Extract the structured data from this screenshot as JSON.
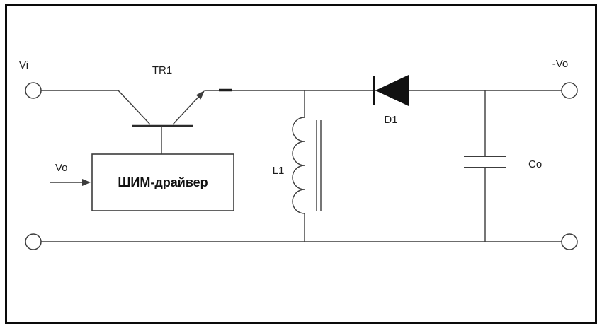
{
  "diagram": {
    "type": "circuit-schematic",
    "labels": {
      "vi": "Vi",
      "tr1": "TR1",
      "pwm_driver": "ШИМ-драйвер",
      "vo_in": "Vo",
      "l1": "L1",
      "d1": "D1",
      "co": "Co",
      "vo_out": "-Vo"
    },
    "colors": {
      "line": "#3c3c3c",
      "border": "#0a0a0a",
      "background": "#ffffff",
      "component_fill": "#111111"
    }
  }
}
